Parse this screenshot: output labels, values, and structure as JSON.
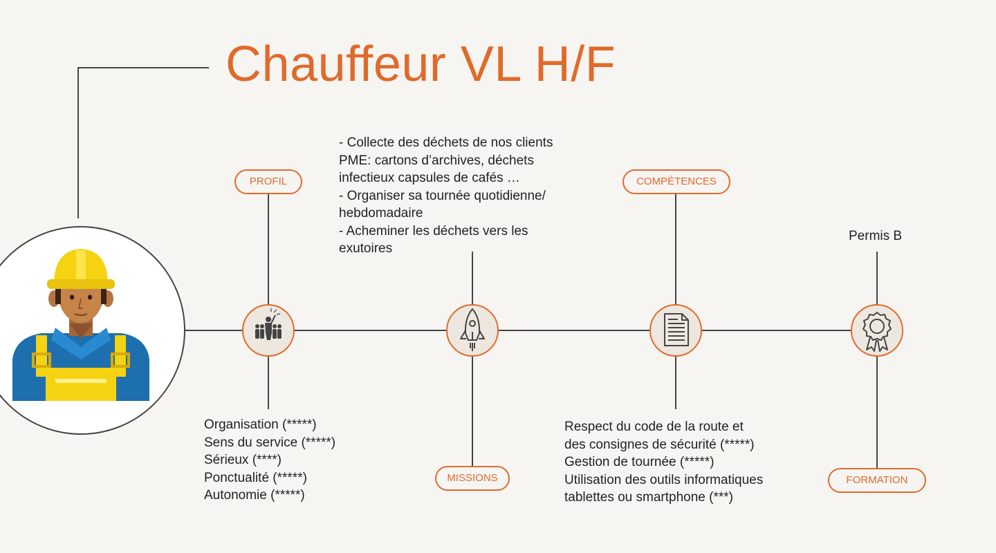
{
  "title": "Chauffeur VL H/F",
  "colors": {
    "accent": "#e06a2b",
    "line": "#444444",
    "background": "#f7f5f2",
    "icon_bg": "#ede7e0"
  },
  "nodes": {
    "profil": {
      "label": "PROFIL",
      "icon": "team-leader-icon",
      "items": [
        "Organisation (*****)",
        "Sens du service (*****)",
        "Sérieux (****)",
        "Ponctualité (*****)",
        "Autonomie (*****)"
      ]
    },
    "missions": {
      "label": "MISSIONS",
      "icon": "rocket-icon",
      "items": [
        " - Collecte des déchets de nos clients",
        "PME: cartons d’archives, déchets",
        "infectieux capsules de cafés …",
        "- Organiser sa tournée quotidienne/",
        "hebdomadaire",
        "- Acheminer les déchets vers les",
        "exutoires"
      ]
    },
    "competences": {
      "label": "COMPÉTENCES",
      "icon": "document-icon",
      "items": [
        "Respect du code de la route et",
        "des consignes de sécurité (*****)",
        "Gestion de tournée (*****)",
        "Utilisation des outils informatiques",
        "tablettes ou smartphone (***)"
      ]
    },
    "formation": {
      "label": "FORMATION",
      "icon": "certificate-badge-icon",
      "items": [
        "Permis B"
      ]
    }
  },
  "avatar": {
    "icon": "construction-worker-icon"
  }
}
